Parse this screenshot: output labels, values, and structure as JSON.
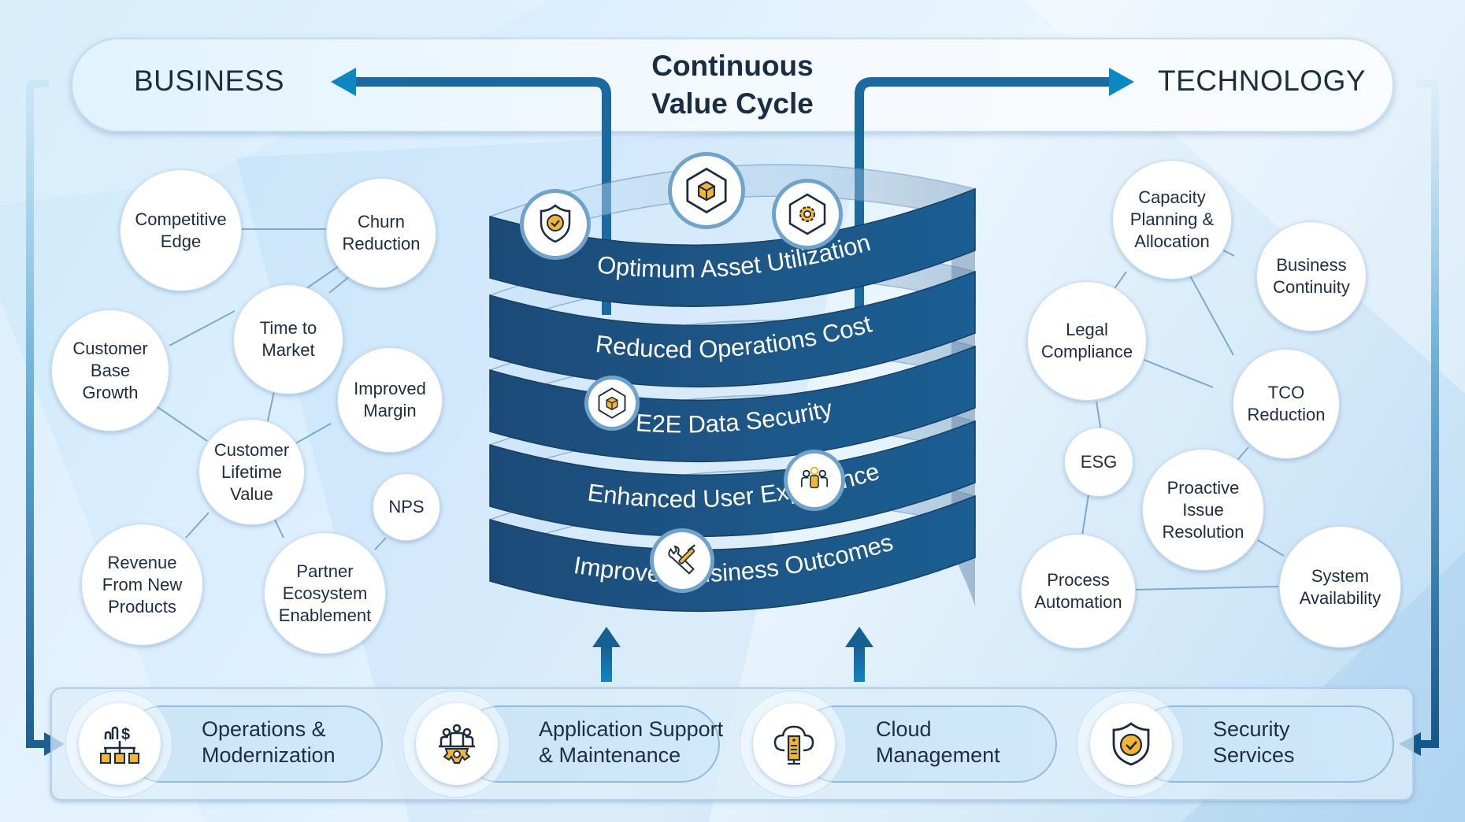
{
  "title": {
    "line1": "Continuous",
    "line2": "Value Cycle"
  },
  "header": {
    "left_label": "BUSINESS",
    "right_label": "TECHNOLOGY"
  },
  "spiral": {
    "bands": [
      "Optimum Asset Utilization",
      "Reduced Operations Cost",
      "E2E Data Security",
      "Enhanced User Experience",
      "Improved Business Outcomes"
    ],
    "icons": [
      "shield-check-icon",
      "hexagon-cube-icon",
      "hexagon-gear-icon",
      "hexagon-cube-icon",
      "team-icon",
      "wrench-screwdriver-icon"
    ]
  },
  "business": {
    "nodes": [
      {
        "id": "competitive-edge",
        "lines": [
          "Competitive",
          "Edge"
        ]
      },
      {
        "id": "churn-reduction",
        "lines": [
          "Churn",
          "Reduction"
        ]
      },
      {
        "id": "customer-base-growth",
        "lines": [
          "Customer",
          "Base",
          "Growth"
        ]
      },
      {
        "id": "time-to-market",
        "lines": [
          "Time to",
          "Market"
        ]
      },
      {
        "id": "improved-margin",
        "lines": [
          "Improved",
          "Margin"
        ]
      },
      {
        "id": "customer-lifetime-value",
        "lines": [
          "Customer",
          "Lifetime",
          "Value"
        ]
      },
      {
        "id": "nps",
        "lines": [
          "NPS"
        ]
      },
      {
        "id": "revenue-from-new-products",
        "lines": [
          "Revenue",
          "From New",
          "Products"
        ]
      },
      {
        "id": "partner-ecosystem-enablement",
        "lines": [
          "Partner",
          "Ecosystem",
          "Enablement"
        ]
      }
    ]
  },
  "technology": {
    "nodes": [
      {
        "id": "capacity-planning",
        "lines": [
          "Capacity",
          "Planning &",
          "Allocation"
        ]
      },
      {
        "id": "business-continuity",
        "lines": [
          "Business",
          "Continuity"
        ]
      },
      {
        "id": "legal-compliance",
        "lines": [
          "Legal",
          "Compliance"
        ]
      },
      {
        "id": "tco-reduction",
        "lines": [
          "TCO",
          "Reduction"
        ]
      },
      {
        "id": "esg",
        "lines": [
          "ESG"
        ]
      },
      {
        "id": "proactive-issue-resolution",
        "lines": [
          "Proactive",
          "Issue",
          "Resolution"
        ]
      },
      {
        "id": "process-automation",
        "lines": [
          "Process",
          "Automation"
        ]
      },
      {
        "id": "system-availability",
        "lines": [
          "System",
          "Availability"
        ]
      }
    ]
  },
  "services": [
    {
      "id": "operations-modernization",
      "line1": "Operations &",
      "line2": "Modernization",
      "icon": "org-chart-dollar-icon"
    },
    {
      "id": "application-support",
      "line1": "Application Support",
      "line2": "& Maintenance",
      "icon": "team-gear-icon"
    },
    {
      "id": "cloud-management",
      "line1": "Cloud",
      "line2": "Management",
      "icon": "cloud-server-icon"
    },
    {
      "id": "security-services",
      "line1": "Security",
      "line2": "Services",
      "icon": "shield-check-icon"
    }
  ],
  "colors": {
    "navy": "#1b4f7e",
    "arrow_blue": "#0f6aa6",
    "accent_yellow": "#f2b632",
    "text_dark": "#1f2d40"
  }
}
